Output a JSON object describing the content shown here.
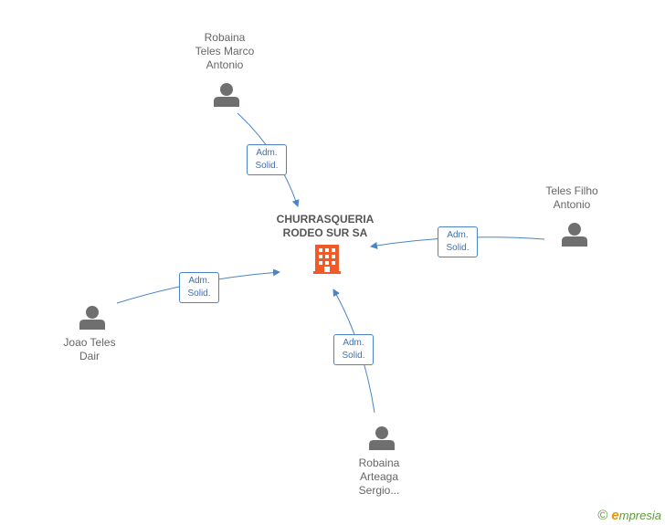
{
  "company": {
    "line1": "CHURRASQUERIA",
    "line2": "RODEO SUR SA",
    "icon": "building-icon",
    "color": "#f05a28"
  },
  "people": [
    {
      "id": "robaina-teles-marco-antonio",
      "lines": [
        "Robaina",
        "Teles Marco",
        "Antonio"
      ]
    },
    {
      "id": "teles-filho-antonio",
      "lines": [
        "Teles Filho",
        "Antonio"
      ]
    },
    {
      "id": "joao-teles-dair",
      "lines": [
        "Joao Teles",
        "Dair"
      ]
    },
    {
      "id": "robaina-arteaga-sergio",
      "lines": [
        "Robaina",
        "Arteaga",
        "Sergio..."
      ]
    }
  ],
  "relation": {
    "line1": "Adm.",
    "line2": "Solid."
  },
  "colors": {
    "edge": "#4a84c4",
    "person": "#6f6f6f"
  },
  "brand": {
    "copyright": "©",
    "e": "e",
    "name": "mpresia"
  }
}
